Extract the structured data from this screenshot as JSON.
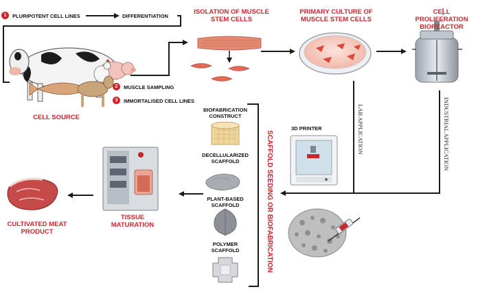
{
  "steps": {
    "s1": {
      "num": "1",
      "label": "PLURIPOTENT CELL LINES"
    },
    "differentiation": "DIFFERENTIATION",
    "s2": {
      "num": "2",
      "label": "MUSCLE SAMPLING"
    },
    "s3": {
      "num": "3",
      "label": "IMMORTALISED CELL LINES"
    },
    "cell_source": "CELL SOURCE"
  },
  "stages": {
    "isolation": "ISOLATION OF MUSCLE STEM CELLS",
    "primary_culture": "PRIMARY CULTURE OF MUSCLE STEM CELLS",
    "bioreactor": "CELL PROLIFERATION BIOREACTOR",
    "tissue_maturation": "TISSUE MATURATION",
    "product": "CULTIVATED MEAT PRODUCT"
  },
  "scaffolds": {
    "biofab": "BIOFABRICATION CONSTRUCT",
    "decell": "DECELLULARIZED SCAFFOLD",
    "plant": "PLANT-BASED SCAFFOLD",
    "polymer": "POLYMER SCAFFOLD"
  },
  "printer": "3D PRINTER",
  "paths": {
    "lab": "LAB APPLICATION",
    "industrial": "INDUSTRIAL APPLICATION",
    "seeding": "SCAFFOLD SEEDING OR BIOFABRICATION"
  },
  "colors": {
    "accent": "#c8282d",
    "text": "#111111",
    "arrow": "#1a1a1a"
  }
}
